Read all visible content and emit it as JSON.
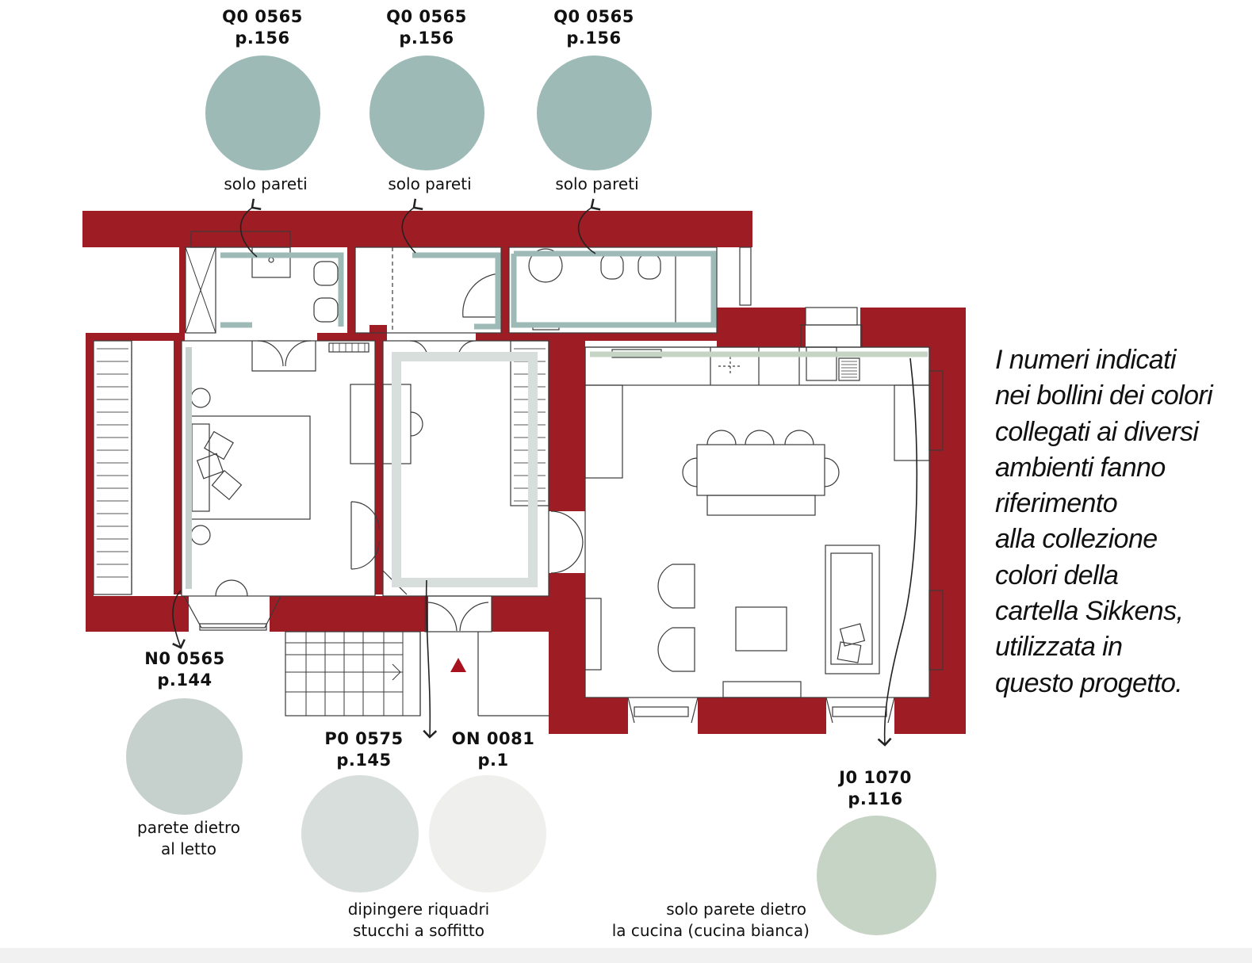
{
  "colors": {
    "wall": "#9e1c24",
    "line": "#3a3a3a",
    "paint_q0565": "#9dbab7",
    "paint_n0565": "#c6d1ce",
    "paint_p0575": "#d8dedc",
    "paint_on0081": "#efefee",
    "paint_j01070": "#c6d4c5"
  },
  "swatches": [
    {
      "id": "q0565-a",
      "code_line1": "Q0 0565",
      "code_line2": "p.156",
      "note_lines": [
        "solo pareti"
      ],
      "color_key": "paint_q0565"
    },
    {
      "id": "q0565-b",
      "code_line1": "Q0 0565",
      "code_line2": "p.156",
      "note_lines": [
        "solo pareti"
      ],
      "color_key": "paint_q0565"
    },
    {
      "id": "q0565-c",
      "code_line1": "Q0 0565",
      "code_line2": "p.156",
      "note_lines": [
        "solo pareti"
      ],
      "color_key": "paint_q0565"
    },
    {
      "id": "n0565",
      "code_line1": "N0 0565",
      "code_line2": "p.144",
      "note_lines": [
        "parete dietro",
        "al letto"
      ],
      "color_key": "paint_n0565"
    },
    {
      "id": "p0575",
      "code_line1": "P0 0575",
      "code_line2": "p.145",
      "note_lines": [],
      "color_key": "paint_p0575"
    },
    {
      "id": "on0081",
      "code_line1": "ON 0081",
      "code_line2": "p.1",
      "note_lines": [],
      "color_key": "paint_on0081"
    },
    {
      "id": "j01070",
      "code_line1": "J0 1070",
      "code_line2": "p.116",
      "note_lines": [],
      "color_key": "paint_j01070"
    }
  ],
  "shared_notes": {
    "ceiling": [
      "dipingere riquadri",
      "stucchi a soffitto"
    ],
    "kitchen": [
      "solo parete dietro",
      "la cucina (cucina bianca)"
    ]
  },
  "caption_lines": [
    "I numeri indicati",
    "nei bollini dei colori",
    "collegati ai diversi",
    "ambienti fanno",
    "riferimento",
    "alla collezione",
    "colori della",
    "cartella Sikkens,",
    "utilizzata in",
    "questo progetto."
  ]
}
